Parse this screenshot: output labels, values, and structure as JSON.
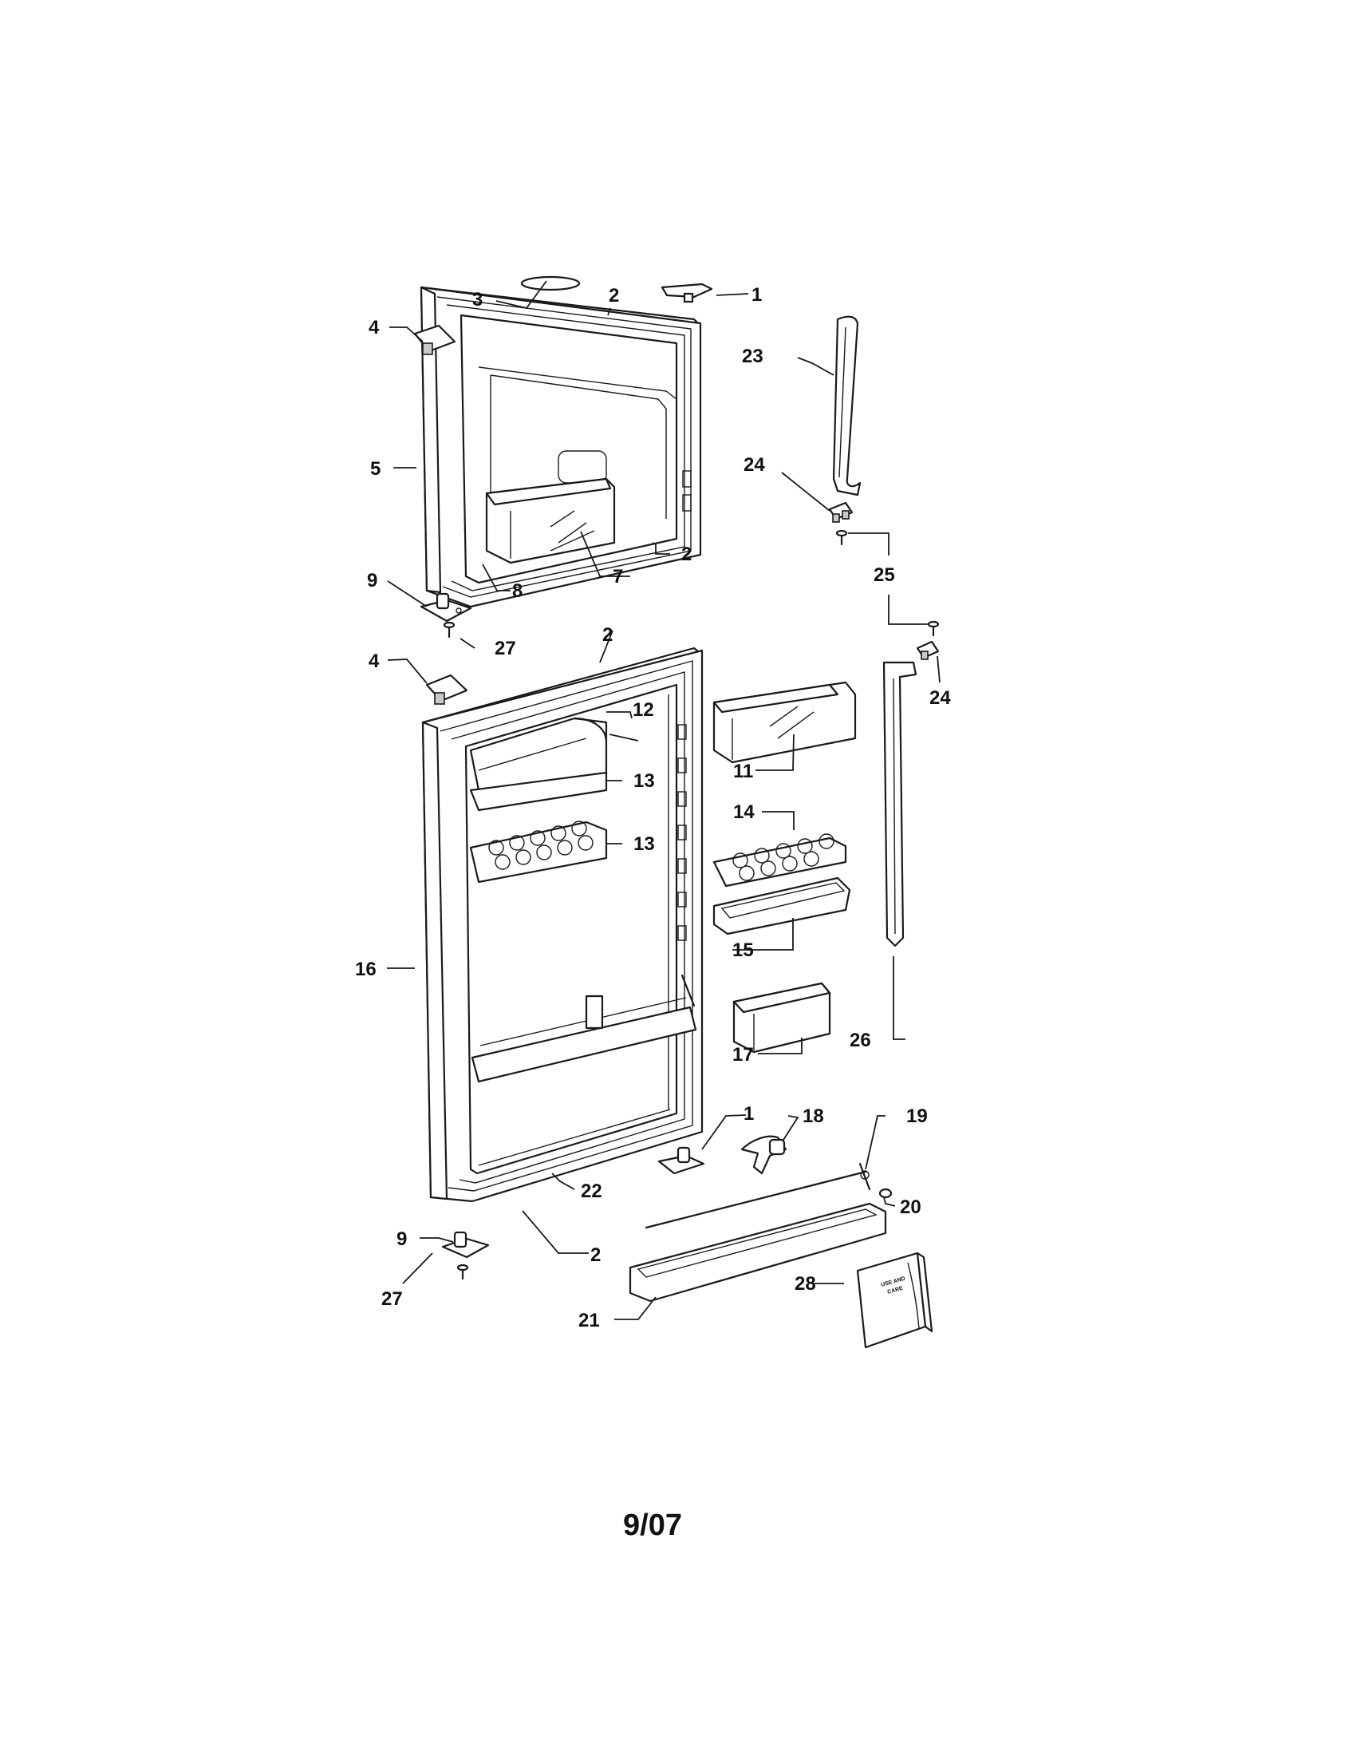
{
  "callouts": [
    "1",
    "2",
    "3",
    "4",
    "5",
    "7",
    "8",
    "9",
    "27",
    "23",
    "24",
    "25",
    "12",
    "13",
    "11",
    "14",
    "15",
    "16",
    "17",
    "26",
    "18",
    "19",
    "20",
    "22",
    "21",
    "28"
  ],
  "page_number": "9/07",
  "manual_cover_text": [
    "USE AND",
    "CARE"
  ]
}
